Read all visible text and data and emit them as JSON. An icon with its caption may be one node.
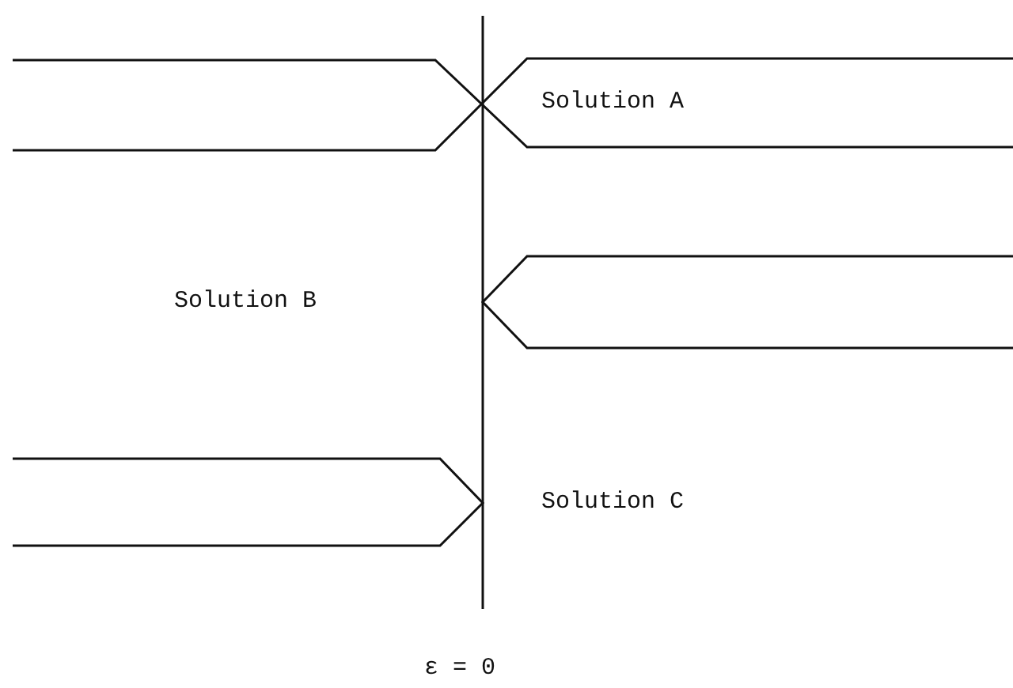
{
  "diagram": {
    "labels": [
      "Solution A",
      "Solution B",
      "Solution C",
      "ε = 0"
    ]
  }
}
